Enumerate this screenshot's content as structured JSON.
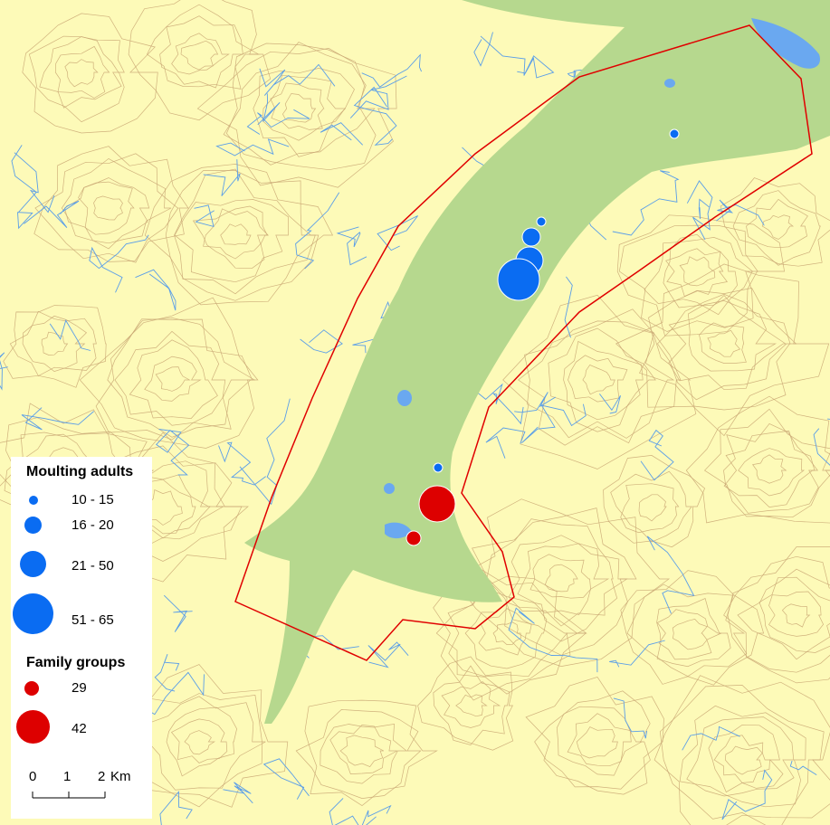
{
  "colors": {
    "upland": "#fdfab8",
    "valley": "#b6d88e",
    "contour": "#c8a472",
    "stream": "#5a9ee8",
    "lake": "#6aa8f0",
    "boundary": "#e00000",
    "moulting": "#0a6cf2",
    "family": "#dd0000"
  },
  "legend": {
    "moulting_title": "Moulting adults",
    "moulting_classes": [
      {
        "label": "10 - 15"
      },
      {
        "label": "16 - 20"
      },
      {
        "label": "21 - 50"
      },
      {
        "label": "51 - 65"
      }
    ],
    "family_title": "Family groups",
    "family_classes": [
      {
        "label": "29"
      },
      {
        "label": "42"
      }
    ]
  },
  "scalebar": {
    "ticks": [
      "0",
      "1",
      "2"
    ],
    "unit": "Km"
  },
  "observations": {
    "moulting": [
      {
        "class": "10 - 15"
      },
      {
        "class": "10 - 15"
      },
      {
        "class": "16 - 20"
      },
      {
        "class": "21 - 50"
      },
      {
        "class": "51 - 65"
      },
      {
        "class": "10 - 15"
      }
    ],
    "family": [
      {
        "class": "42"
      },
      {
        "class": "29"
      }
    ]
  }
}
